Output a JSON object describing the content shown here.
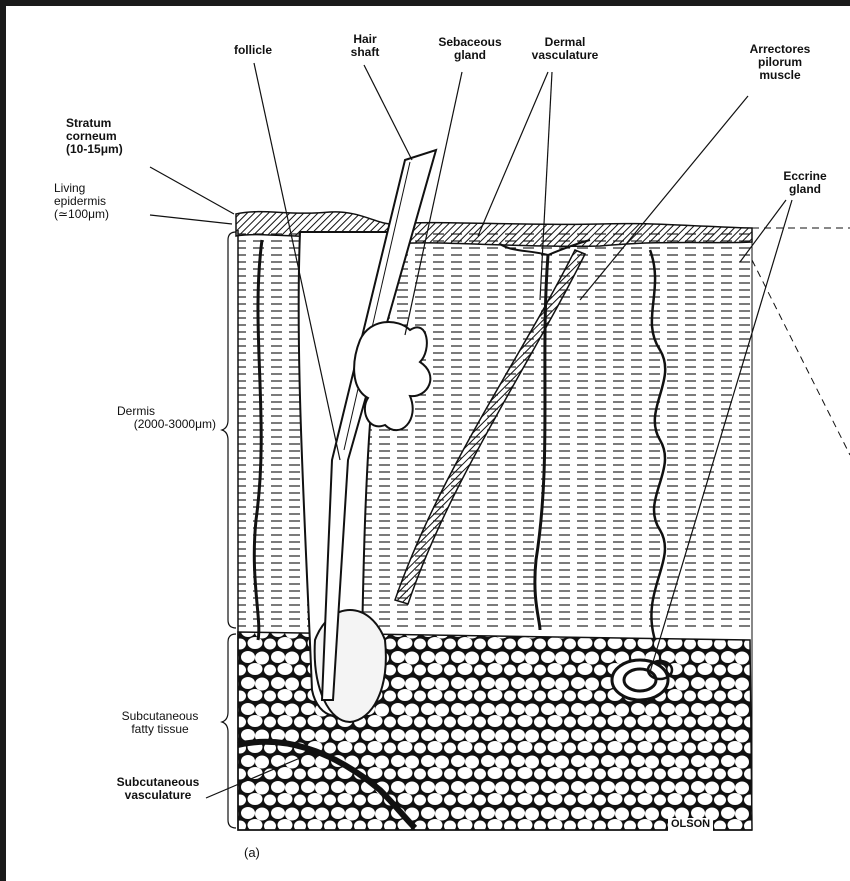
{
  "labels": {
    "follicle": "follicle",
    "hair_shaft": [
      "Hair",
      "shaft"
    ],
    "sebaceous_gland": [
      "Sebaceous",
      "gland"
    ],
    "dermal_vasculature": [
      "Dermal",
      "vasculature"
    ],
    "arrectores": [
      "Arrectores",
      "pilorum",
      "muscle"
    ],
    "stratum_corneum": [
      "Stratum",
      "corneum",
      "(10-15μm)"
    ],
    "living_epidermis": [
      "Living",
      "epidermis",
      "(≃100μm)"
    ],
    "eccrine_gland": [
      "Eccrine",
      "gland"
    ],
    "dermis": [
      "Dermis",
      "(2000-3000μm)"
    ],
    "subcutaneous_fatty": [
      "Subcutaneous",
      "fatty tissue"
    ],
    "subcutaneous_vasculature": [
      "Subcutaneous",
      "vasculature"
    ],
    "signature": "OLSON",
    "panel": "(a)"
  },
  "colors": {
    "ink": "#111111",
    "paper": "#ffffff",
    "backdrop": "#1a1a1a"
  }
}
